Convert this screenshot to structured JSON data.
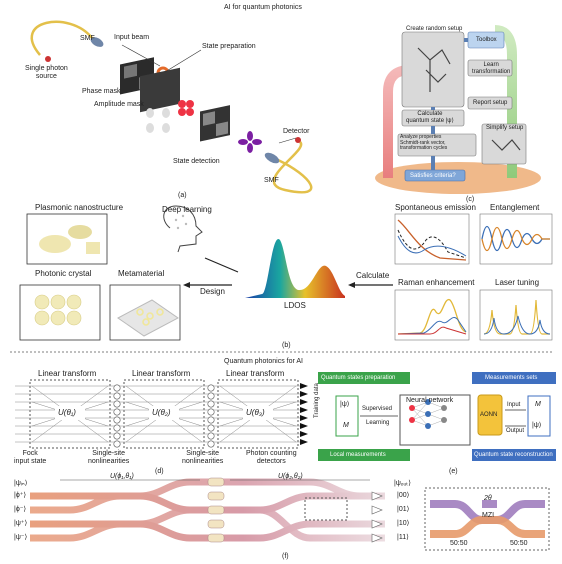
{
  "titles": {
    "top": "AI for quantum photonics",
    "bottom": "Quantum photonics for AI"
  },
  "a": {
    "smf_top": "SMF",
    "source": "Single photon\nsource",
    "input_beam": "Input beam",
    "state_prep": "State preparation",
    "phase_mask": "Phase mask",
    "amp_mask": "Amplitude mask",
    "state_det": "State detection",
    "detector": "Detector",
    "smf_bottom": "SMF",
    "caption": "(a)"
  },
  "c": {
    "create": "Create random setup",
    "toolbox": "Toolbox",
    "learn": "Learn\ntransformation",
    "calc": "Calculate\nquantum state |ψ⟩",
    "report": "Report setup",
    "analyze": "Analyze properties\nSchmidt-rank vector,\ntransformation cycles",
    "simplify": "Simplify setup",
    "criteria": "Satisfies criteria?",
    "caption": "(c)"
  },
  "b": {
    "plasmonic": "Plasmonic nanostructure",
    "deep": "Deep learning",
    "photonic": "Photonic crystal",
    "meta": "Metamaterial",
    "design": "Design",
    "ldos": "LDOS",
    "calculate": "Calculate",
    "spont": "Spontaneous emission",
    "entangle": "Entanglement",
    "raman": "Raman enhancement",
    "laser": "Laser tuning",
    "caption": "(b)"
  },
  "d": {
    "lt1": "Linear transform",
    "lt2": "Linear transform",
    "lt3": "Linear transform",
    "u1": "U(θ₁)",
    "u2": "U(θ₂)",
    "u3": "U(θ₃)",
    "fock": "Fock\ninput state",
    "ssn1": "Single-site\nnonlinearities",
    "ssn2": "Single-site\nnonlinearities",
    "pcd": "Photon counting\ndetectors",
    "caption": "(d)"
  },
  "e": {
    "qsp": "Quantum states preparation",
    "training": "Training data",
    "psi": "|ψ⟩",
    "m": "M",
    "supervised": "Supervised",
    "learning": "Learning",
    "nn": "Neural network",
    "local": "Local measurements",
    "msets": "Measurements sets",
    "aonn": "AONN",
    "input": "Input",
    "output": "Output",
    "qsr": "Quantum state reconstruction",
    "caption": "(e)"
  },
  "f": {
    "psi_in": "|ψᵢₙ⟩",
    "u_left": "U(ϕ₁,θ₁)",
    "u_right": "U(ϕ₂,θ₂)",
    "states": [
      "|ϕ⁺⟩",
      "|ϕ⁻⟩",
      "|ψ⁺⟩",
      "|ψ⁻⟩"
    ],
    "psi_out": "|ψₒᵤₜ⟩",
    "outs": [
      "|00⟩",
      "|01⟩",
      "|10⟩",
      "|11⟩"
    ],
    "mzi": "MZI",
    "two_theta": "2θ",
    "bs1": "50:50",
    "bs2": "50:50",
    "caption": "(f)"
  }
}
